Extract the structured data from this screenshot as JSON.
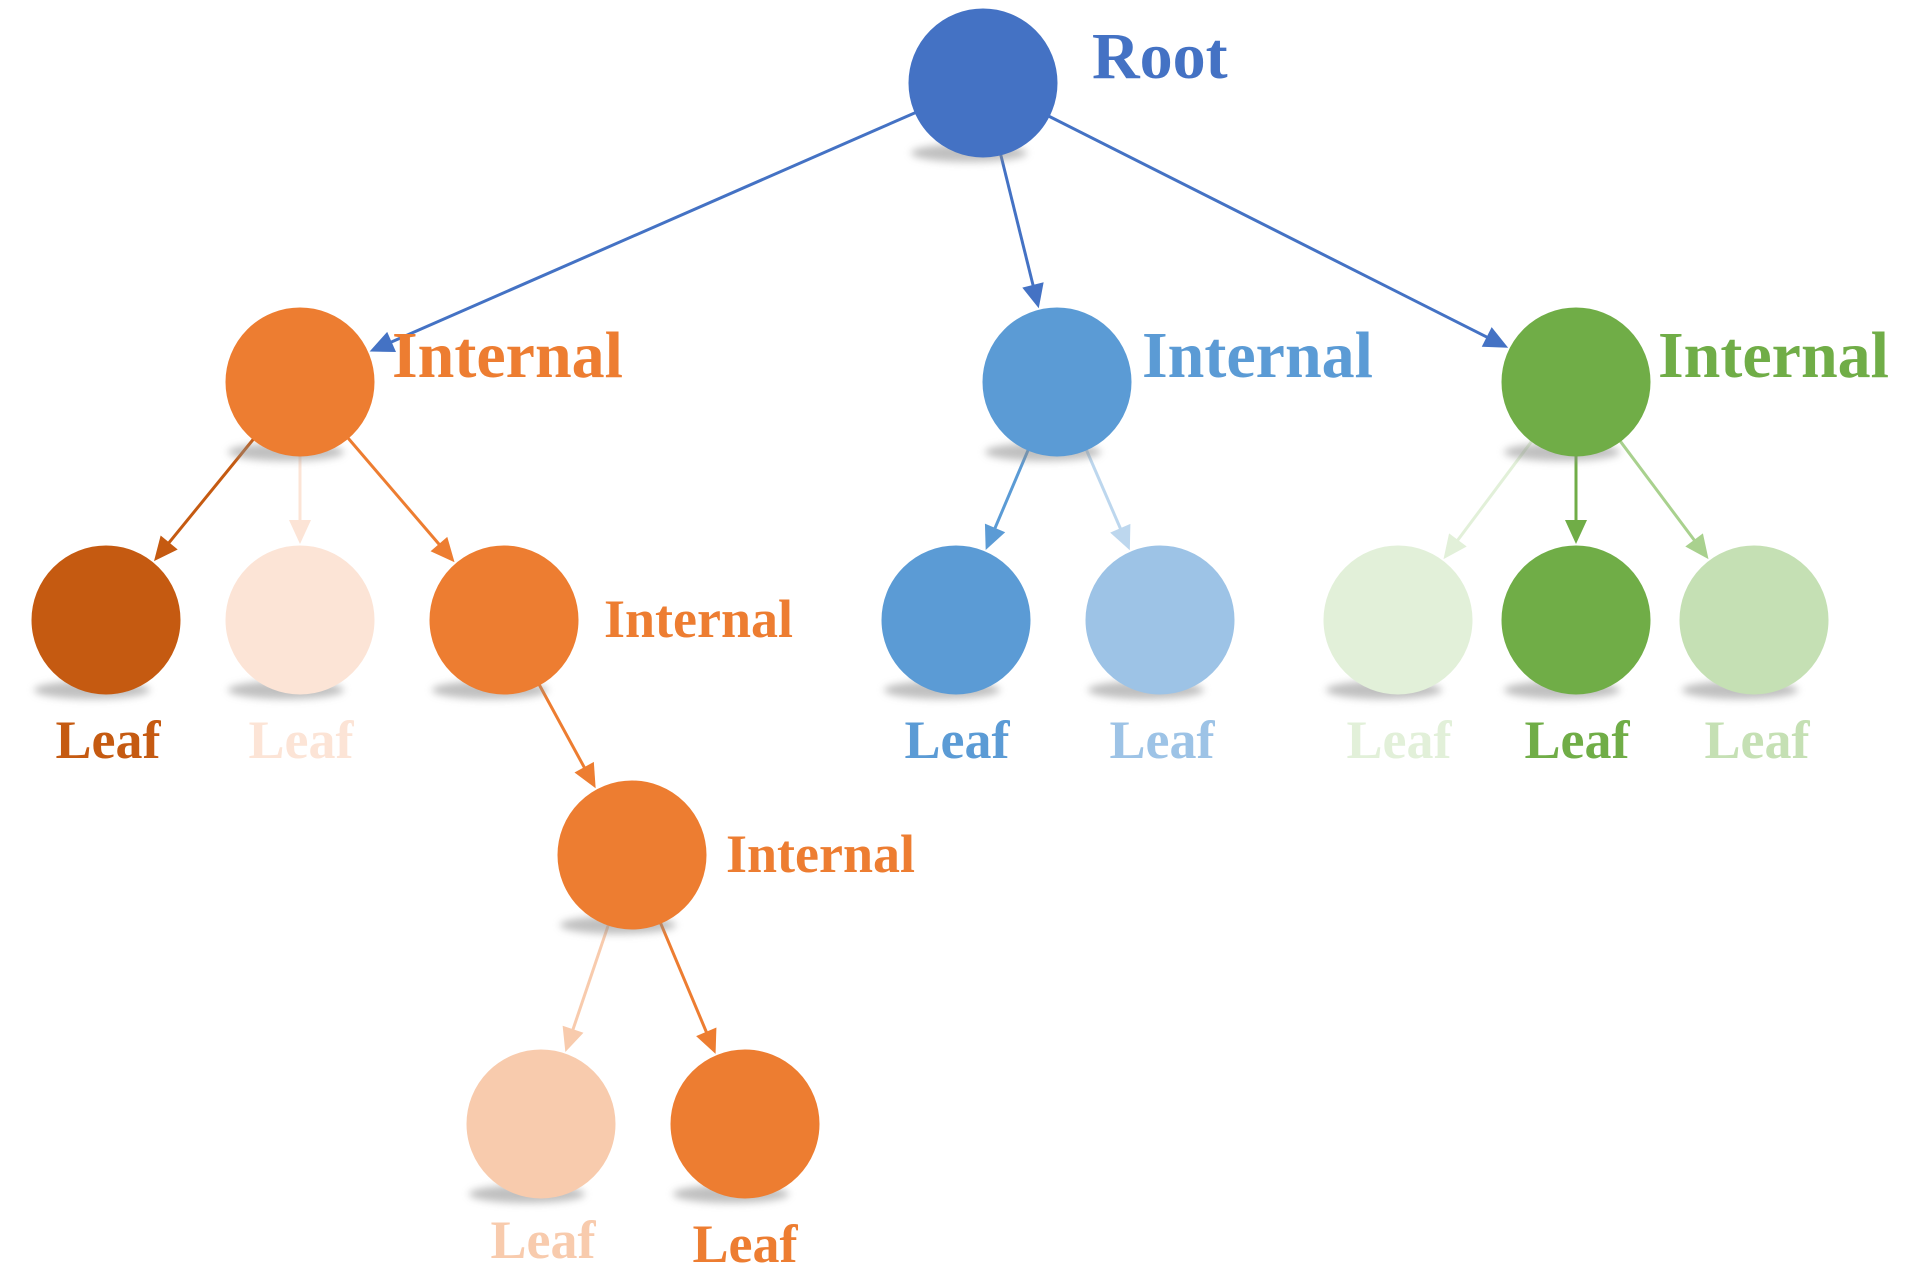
{
  "palette": {
    "root": "#4472C4",
    "orange": "#ED7D31",
    "orange_dark": "#C55A11",
    "orange_light": "#F8CBAD",
    "orange_faint": "#FCE4D6",
    "blue": "#5B9BD5",
    "blue_light": "#9DC3E6",
    "blue_faint": "#BDD7EE",
    "green": "#70AD47",
    "green_light": "#C5E0B4",
    "green_faint": "#E2F0D9",
    "shadow": "#8c8c8c"
  },
  "diagram": {
    "nodes": [
      {
        "id": "root",
        "label": "Root",
        "role": "root",
        "color": "#4472C4"
      },
      {
        "id": "int_o",
        "label": "Internal",
        "role": "internal",
        "color": "#ED7D31"
      },
      {
        "id": "int_b",
        "label": "Internal",
        "role": "internal",
        "color": "#5B9BD5"
      },
      {
        "id": "int_g",
        "label": "Internal",
        "role": "internal",
        "color": "#70AD47"
      },
      {
        "id": "leaf_o1",
        "label": "Leaf",
        "role": "leaf",
        "color": "#C55A11"
      },
      {
        "id": "leaf_o2",
        "label": "Leaf",
        "role": "leaf",
        "color": "#FCE4D6"
      },
      {
        "id": "int_o2",
        "label": "Internal",
        "role": "internal",
        "color": "#ED7D31"
      },
      {
        "id": "int_o3",
        "label": "Internal",
        "role": "internal",
        "color": "#ED7D31"
      },
      {
        "id": "leaf_o3",
        "label": "Leaf",
        "role": "leaf",
        "color": "#F8CBAD"
      },
      {
        "id": "leaf_o4",
        "label": "Leaf",
        "role": "leaf",
        "color": "#ED7D31"
      },
      {
        "id": "leaf_b1",
        "label": "Leaf",
        "role": "leaf",
        "color": "#5B9BD5"
      },
      {
        "id": "leaf_b2",
        "label": "Leaf",
        "role": "leaf",
        "color": "#9DC3E6"
      },
      {
        "id": "leaf_g1",
        "label": "Leaf",
        "role": "leaf",
        "color": "#E2F0D9"
      },
      {
        "id": "leaf_g2",
        "label": "Leaf",
        "role": "leaf",
        "color": "#70AD47"
      },
      {
        "id": "leaf_g3",
        "label": "Leaf",
        "role": "leaf",
        "color": "#C5E0B4"
      }
    ],
    "edges": [
      {
        "from": "root",
        "to": "int_o",
        "color": "#4472C4"
      },
      {
        "from": "root",
        "to": "int_b",
        "color": "#4472C4"
      },
      {
        "from": "root",
        "to": "int_g",
        "color": "#4472C4"
      },
      {
        "from": "int_o",
        "to": "leaf_o1",
        "color": "#C55A11"
      },
      {
        "from": "int_o",
        "to": "leaf_o2",
        "color": "#FCE4D6"
      },
      {
        "from": "int_o",
        "to": "int_o2",
        "color": "#ED7D31"
      },
      {
        "from": "int_o2",
        "to": "int_o3",
        "color": "#ED7D31"
      },
      {
        "from": "int_o3",
        "to": "leaf_o3",
        "color": "#F8CBAD"
      },
      {
        "from": "int_o3",
        "to": "leaf_o4",
        "color": "#ED7D31"
      },
      {
        "from": "int_b",
        "to": "leaf_b1",
        "color": "#5B9BD5"
      },
      {
        "from": "int_b",
        "to": "leaf_b2",
        "color": "#BDD7EE"
      },
      {
        "from": "int_g",
        "to": "leaf_g1",
        "color": "#E2F0D9"
      },
      {
        "from": "int_g",
        "to": "leaf_g2",
        "color": "#70AD47"
      },
      {
        "from": "int_g",
        "to": "leaf_g3",
        "color": "#A9D18E"
      }
    ]
  }
}
